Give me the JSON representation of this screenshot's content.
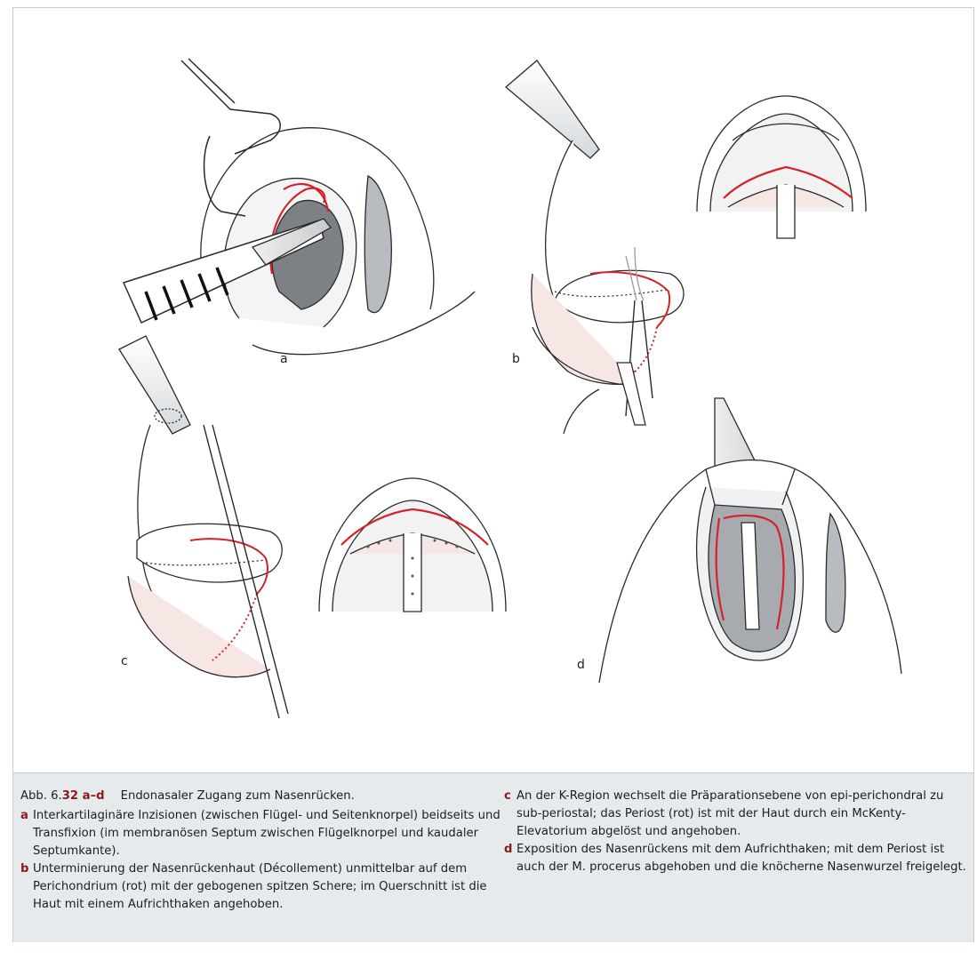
{
  "figure": {
    "panels": [
      {
        "letter": "a"
      },
      {
        "letter": "b"
      },
      {
        "letter": "c"
      },
      {
        "letter": "d"
      }
    ]
  },
  "caption": {
    "label_prefix": "Abb. 6.",
    "label_bold": "32 a–d",
    "title": "Endonasaler Zugang zum Nasenrücken.",
    "items": [
      {
        "letter": "a",
        "text": "Interkartilaginäre Inzisionen (zwischen Flügel- und Seitenknorpel) beidseits und Transfixion (im membranösen Septum zwischen Flügelknorpel und kaudaler Septumkante)."
      },
      {
        "letter": "b",
        "text": "Unterminierung der Nasenrückenhaut (Décollement) unmittelbar auf dem Perichondrium (rot) mit der gebogenen spitzen Schere; im Querschnitt ist die Haut mit einem Aufrichthaken angehoben."
      },
      {
        "letter": "c",
        "text": "An der K-Region wechselt die Präparationsebene von epi-perichondral zu sub-periostal; das Periost (rot) ist mit der Haut durch ein McKenty-Elevatorium abgelöst und angehoben."
      },
      {
        "letter": "d",
        "text": "Exposition des Nasenrückens mit dem Aufrichthaken; mit dem Periost ist auch der M. procerus abgehoben und die knöcherne Nasenwurzel freigelegt."
      }
    ]
  },
  "colors": {
    "line": "#2a2a2a",
    "accent_red": "#d4222a",
    "skin_pink": "#f6e6e4",
    "shade_gray": "#d9dcdf",
    "caption_bg": "#e7eaed",
    "caption_letter": "#8b1a1a"
  }
}
